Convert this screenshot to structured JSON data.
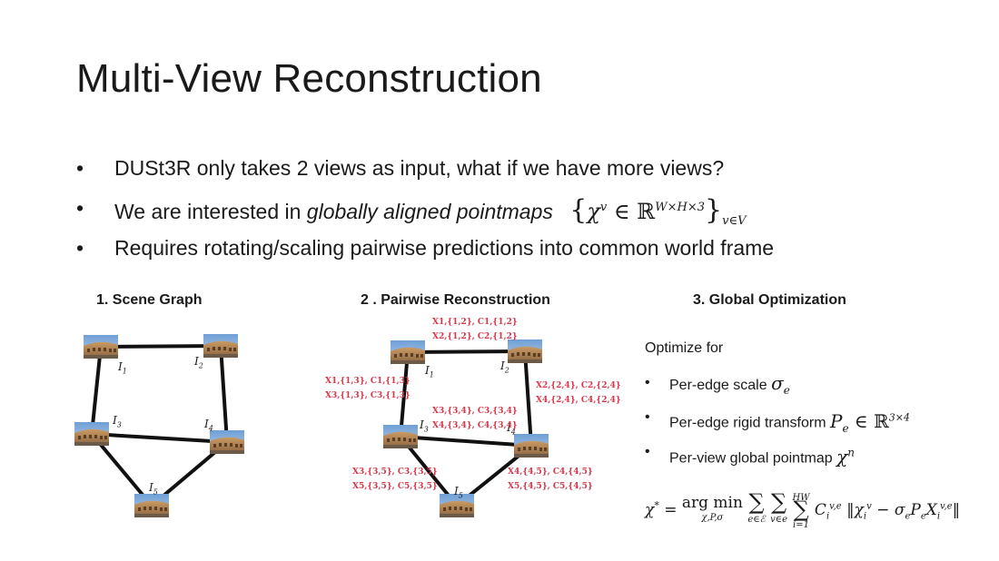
{
  "slide": {
    "title": "Multi-View Reconstruction",
    "bullets": [
      {
        "text": "DUSt3R only takes 2 views as input, what if we have more views?"
      },
      {
        "prefix": "We are interested in ",
        "emph": "globally aligned pointmaps",
        "math": "{χᵛ ∈ ℝ^(W×H×3)}_(v∈V)"
      },
      {
        "text": "Requires rotating/scaling pairwise predictions into common world frame"
      }
    ],
    "bullet_glyph": "•"
  },
  "sections": {
    "scene_graph": {
      "heading": "1.   Scene Graph"
    },
    "pairwise": {
      "heading": "2 .  Pairwise Reconstruction"
    },
    "global": {
      "heading": "3.   Global Optimization"
    }
  },
  "graph": {
    "nodes": [
      "I1",
      "I2",
      "I3",
      "I4",
      "I5"
    ],
    "edge_labels": {
      "e12": [
        "X1,{1,2}, C1,{1,2}",
        "X2,{1,2}, C2,{1,2}"
      ],
      "e13": [
        "X1,{1,3}, C1,{1,3}",
        "X3,{1,3}, C3,{1,3}"
      ],
      "e24": [
        "X2,{2,4}, C2,{2,4}",
        "X4,{2,4}, C4,{2,4}"
      ],
      "e34": [
        "X3,{3,4}, C3,{3,4}",
        "X4,{3,4}, C4,{3,4}"
      ],
      "e35": [
        "X3,{3,5}, C3,{3,5}",
        "X5,{3,5}, C5,{3,5}"
      ],
      "e45": [
        "X4,{4,5}, C4,{4,5}",
        "X5,{4,5}, C5,{4,5}"
      ]
    }
  },
  "optimization": {
    "intro": "Optimize for",
    "items": [
      {
        "label": "Per-edge scale",
        "math": "σ"
      },
      {
        "label": "Per-edge rigid transform",
        "math": "Pₑ ∈ ℝ^(3×4)"
      },
      {
        "label": "Per-view global pointmap",
        "math": "χⁿ"
      }
    ],
    "formula": "χ* = argmin_(χ,P,σ) Σ_(e∈ℰ) Σ_(v∈e) Σ_(i=1)^(HW) C_i^(v,e) ‖χ_i^v − σ_e P_e X_i^(v,e)‖"
  },
  "colors": {
    "edge_label": "#d6384c",
    "edge_line": "#111111",
    "text": "#1a1a1a"
  }
}
